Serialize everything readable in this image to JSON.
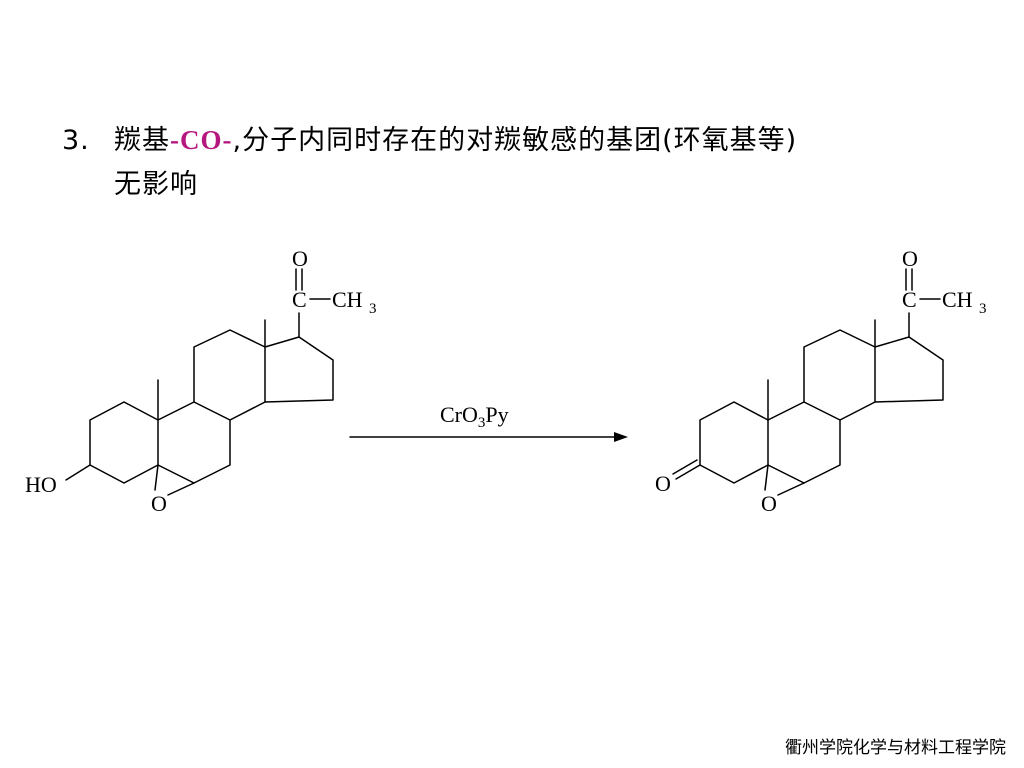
{
  "heading": {
    "number": "3.",
    "lead": "羰基",
    "group": "-CO-",
    "separator": ",",
    "rest": "分子内同时存在的对羰敏感的基团(环氧基等)",
    "line2": "无影响"
  },
  "colors": {
    "highlight": "#b5177e",
    "text": "#000000"
  },
  "scheme": {
    "reactant": {
      "left_label": "HO",
      "epoxide_o": "O",
      "carbonyl_o": "O",
      "carbonyl_c": "C",
      "methyl": "CH",
      "methyl_sub": "3"
    },
    "reagent": {
      "cr": "CrO",
      "sub": "3",
      "py": "Py"
    },
    "product": {
      "left_label": "O",
      "epoxide_o": "O",
      "carbonyl_o": "O",
      "carbonyl_c": "C",
      "methyl": "CH",
      "methyl_sub": "3"
    }
  },
  "footer": {
    "text": "衢州学院化学与材料工程学院"
  }
}
